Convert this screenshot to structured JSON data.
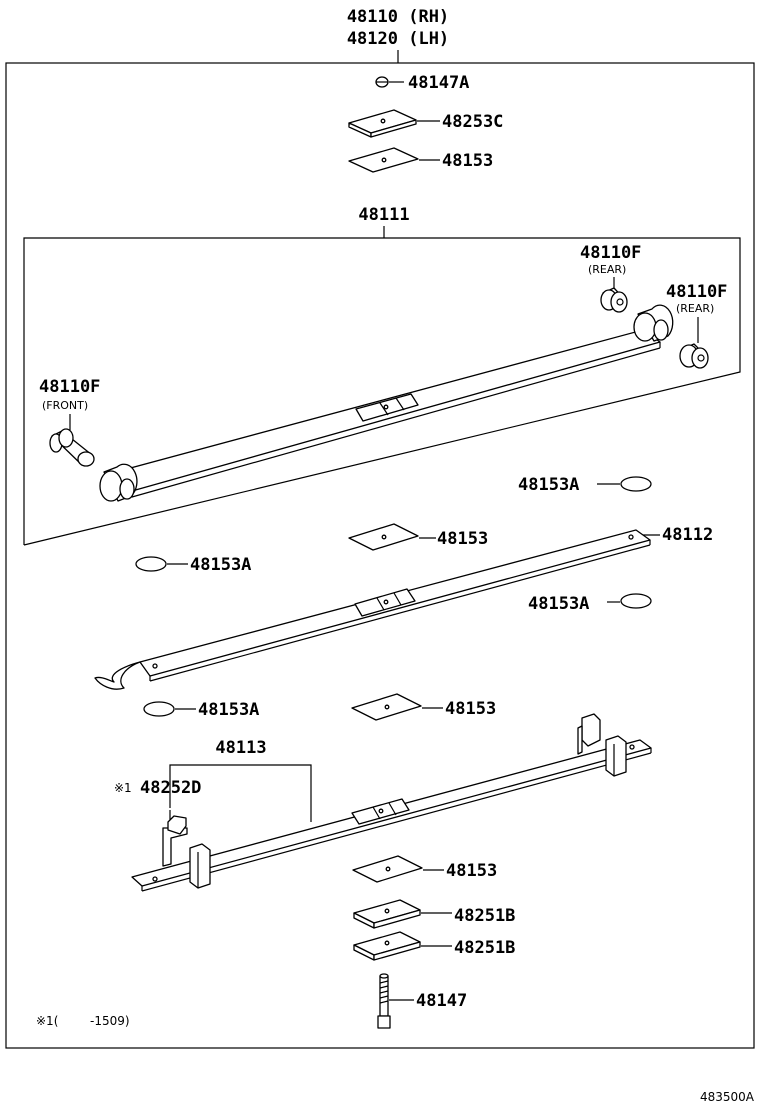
{
  "header": {
    "rh_label": "48110 (RH)",
    "lh_label": "48120 (LH)"
  },
  "labels": {
    "p48147a": "48147A",
    "p48253c": "48253C",
    "p48153_top": "48153",
    "p48111": "48111",
    "p48110f_rear1": "48110F",
    "rear1_note": "(REAR)",
    "p48110f_rear2": "48110F",
    "rear2_note": "(REAR)",
    "p48110f_front": "48110F",
    "front_note": "(FRONT)",
    "p48153a_1": "48153A",
    "p48153_mid": "48153",
    "p48112": "48112",
    "p48153a_2": "48153A",
    "p48153a_3": "48153A",
    "p48153a_4": "48153A",
    "p48153_low": "48153",
    "p48113": "48113",
    "p48252d_mark": "※1",
    "p48252d": "48252D",
    "p48153_bot": "48153",
    "p48251b_1": "48251B",
    "p48251b_2": "48251B",
    "p48147": "48147"
  },
  "footnote": {
    "mark": "※1(",
    "range": "-1509)"
  },
  "figure_code": "483500A"
}
